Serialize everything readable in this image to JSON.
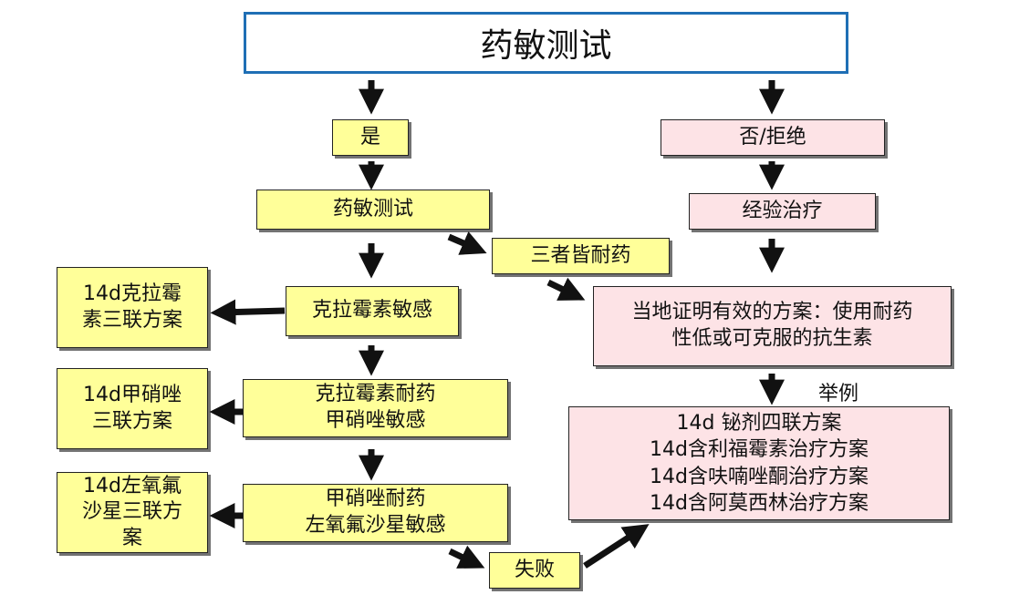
{
  "title": "药敏测试",
  "left": {
    "yes": "是",
    "test": "药敏测试",
    "clari_sensitive": "克拉霉素敏感",
    "clari_resistant": [
      "克拉霉素耐药",
      "甲硝唑敏感"
    ],
    "metro_resistant": [
      "甲硝唑耐药",
      "左氧氟沙星敏感"
    ],
    "fail": "失败",
    "all_resistant": "三者皆耐药"
  },
  "treatments": {
    "clari": [
      "14d克拉霉",
      "素三联方案"
    ],
    "metro": [
      "14d甲硝唑",
      "三联方案"
    ],
    "levo": [
      "14d左氧氟",
      "沙星三联方",
      "案"
    ]
  },
  "right": {
    "no_refuse": "否/拒绝",
    "empirical": "经验治疗",
    "local_proven": [
      "当地证明有效的方案：使用耐药",
      "性低或可克服的抗生素"
    ],
    "example_label": "举例",
    "examples": [
      "14d 铋剂四联方案",
      "14d含利福霉素治疗方案",
      "14d含呋喃唑酮治疗方案",
      "14d含阿莫西林治疗方案"
    ]
  },
  "colors": {
    "yellow_box": "#ffff99",
    "pink_box": "#fde3e6",
    "title_border": "#1f6fb5",
    "arrow": "#111111"
  }
}
